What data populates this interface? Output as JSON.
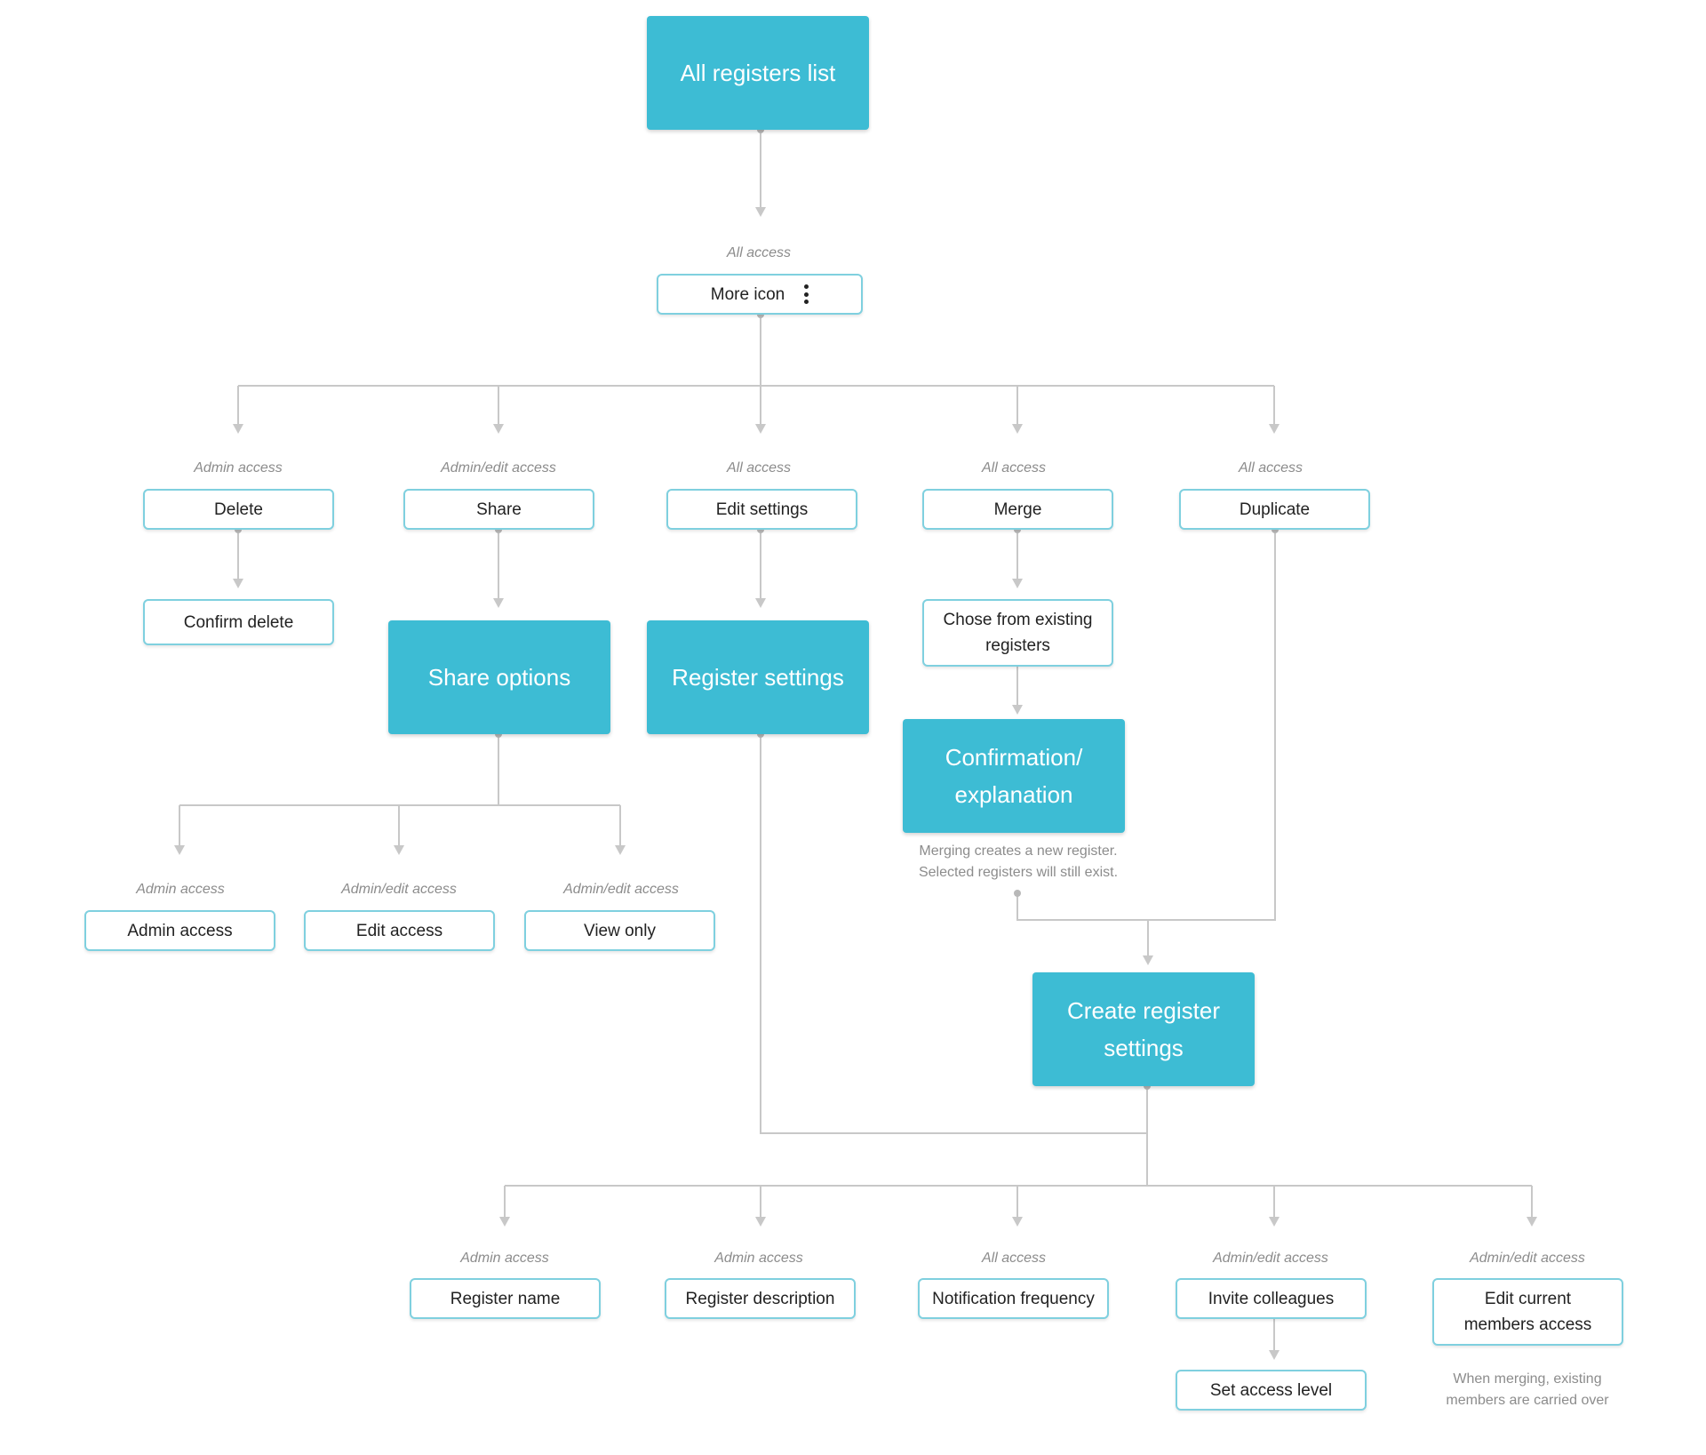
{
  "sections": {
    "all_registers_list": "All registers list",
    "share_options": "Share options",
    "register_settings": "Register settings",
    "confirmation_explanation": "Confirmation/ explanation",
    "create_register_settings": "Create register settings"
  },
  "options": {
    "more_icon": "More icon",
    "delete": "Delete",
    "confirm_delete": "Confirm delete",
    "share": "Share",
    "edit_settings": "Edit settings",
    "merge": "Merge",
    "chose_from_existing": "Chose from existing registers",
    "duplicate": "Duplicate",
    "admin_access": "Admin access",
    "edit_access": "Edit access",
    "view_only": "View only",
    "register_name": "Register name",
    "register_description": "Register description",
    "notification_frequency": "Notification frequency",
    "invite_colleagues": "Invite colleagues",
    "set_access_level": "Set access level",
    "edit_current_members_access": "Edit current members access"
  },
  "access_labels": {
    "more_icon": "All access",
    "delete": "Admin access",
    "share": "Admin/edit access",
    "edit_settings": "All access",
    "merge": "All access",
    "duplicate": "All access",
    "admin_access": "Admin access",
    "edit_access": "Admin/edit access",
    "view_only": "Admin/edit access",
    "register_name": "Admin access",
    "register_description": "Admin access",
    "notification_frequency": "All access",
    "invite_colleagues": "Admin/edit access",
    "edit_current_members_access": "Admin/edit access"
  },
  "notes": {
    "merging_creates": "Merging creates a new register. Selected registers will still exist.",
    "when_merging": "When merging, existing members are carried over"
  },
  "icons": {
    "more": "more-vertical-icon"
  },
  "colors": {
    "section_fill": "#3dbcd4",
    "option_border": "#7fd0df",
    "connector": "#c8c8c8",
    "label_text": "#8c8c8c"
  }
}
